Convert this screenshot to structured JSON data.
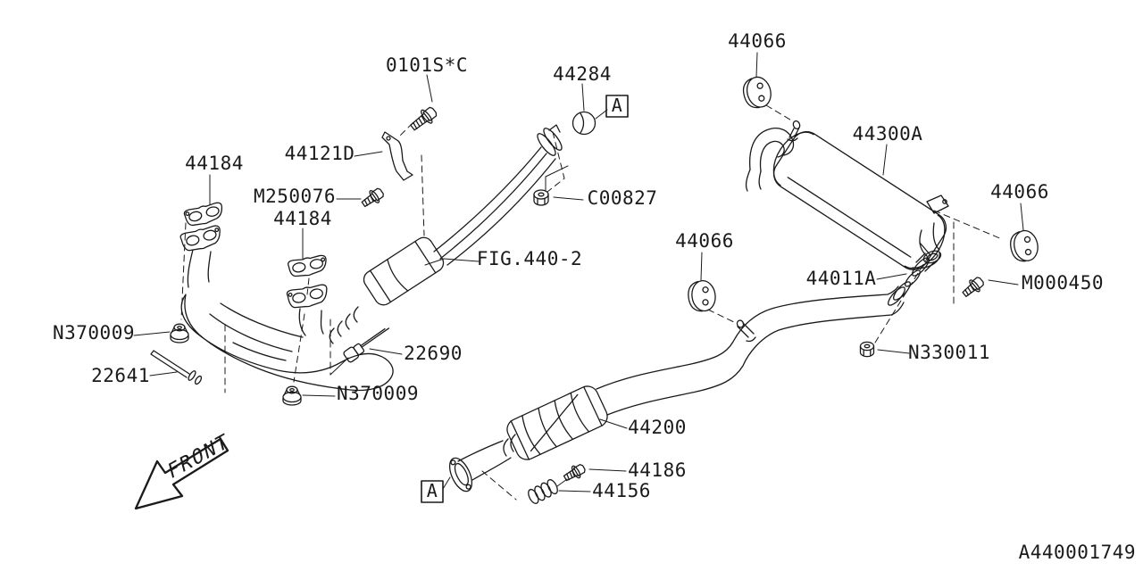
{
  "diagram": {
    "colors": {
      "line": "#1a1a1a",
      "background": "#ffffff"
    },
    "ref_code": "A440001749",
    "front_label": "FRONT",
    "fig_ref": "FIG.440-2",
    "section_markers": {
      "top": "A",
      "bottom": "A"
    },
    "part_labels": {
      "hanger_top": "44066",
      "hanger_mid": "44066",
      "hanger_right": "44066",
      "bolt_0101": "0101S*C",
      "donut_gasket": "44284",
      "rear_muffler": "44300A",
      "bracket": "44121D",
      "gasket_left": "44184",
      "gasket_right": "44184",
      "bolt_m250076": "M250076",
      "bolt_c00827": "C00827",
      "gasket_44011a": "44011A",
      "bolt_m000450": "M000450",
      "nut_left": "N370009",
      "nut_mid": "N370009",
      "nut_n330011": "N330011",
      "sensor": "22690",
      "air_pipe": "22641",
      "mid_muffler": "44200",
      "bolt_44186": "44186",
      "spring_44156": "44156"
    }
  }
}
